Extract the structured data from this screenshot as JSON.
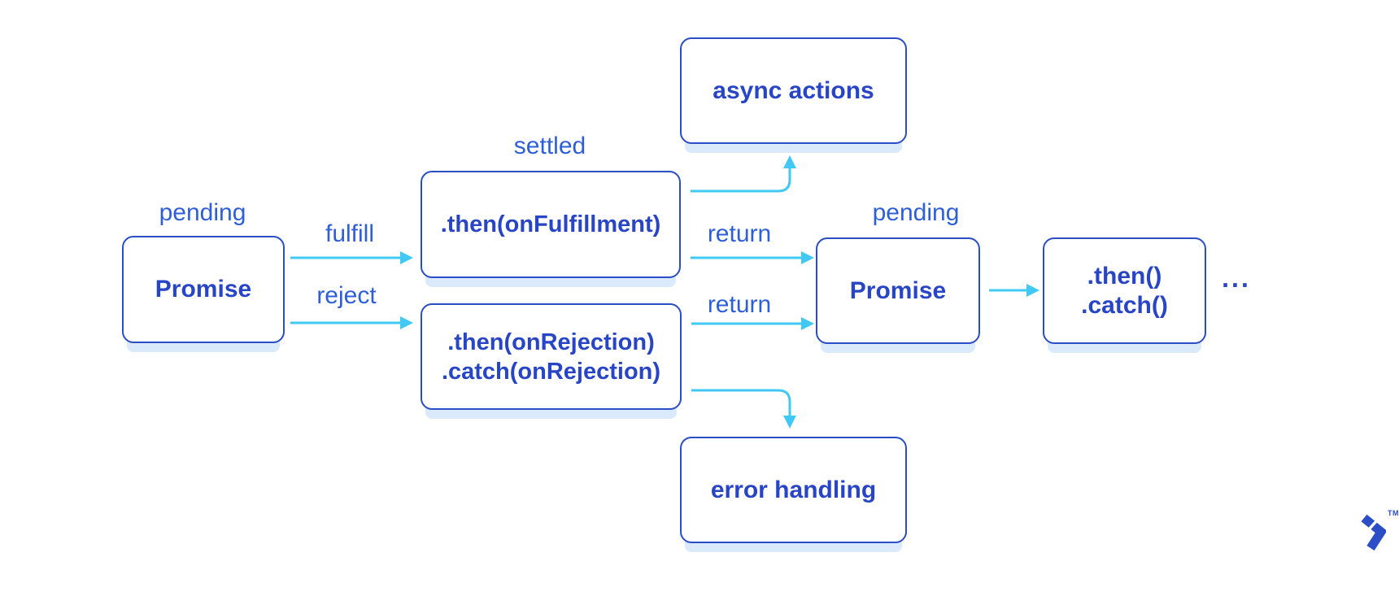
{
  "colors": {
    "bg": "#ffffff",
    "box_border": "#2b4dc5",
    "box_text": "#2745c5",
    "label_text": "#2f5fd7",
    "arrow": "#41c8f4",
    "shadow": "#daeafb",
    "logo": "#2b4dc5"
  },
  "nodes": {
    "promise_left": {
      "label": "Promise"
    },
    "then_fulfillment": {
      "label": ".then(onFulfillment)"
    },
    "then_rejection": {
      "line1": ".then(onRejection)",
      "line2": ".catch(onRejection)"
    },
    "async_actions": {
      "label": "async actions"
    },
    "error_handling": {
      "label": "error handling"
    },
    "promise_right": {
      "label": "Promise"
    },
    "then_catch": {
      "line1": ".then()",
      "line2": ".catch()"
    }
  },
  "edge_labels": {
    "pending_left": "pending",
    "settled": "settled",
    "fulfill": "fulfill",
    "reject": "reject",
    "return_top": "return",
    "return_bottom": "return",
    "pending_right": "pending",
    "ellipsis": "..."
  },
  "brand": {
    "logo_icon": "toptal-logo",
    "trademark": "TM"
  }
}
